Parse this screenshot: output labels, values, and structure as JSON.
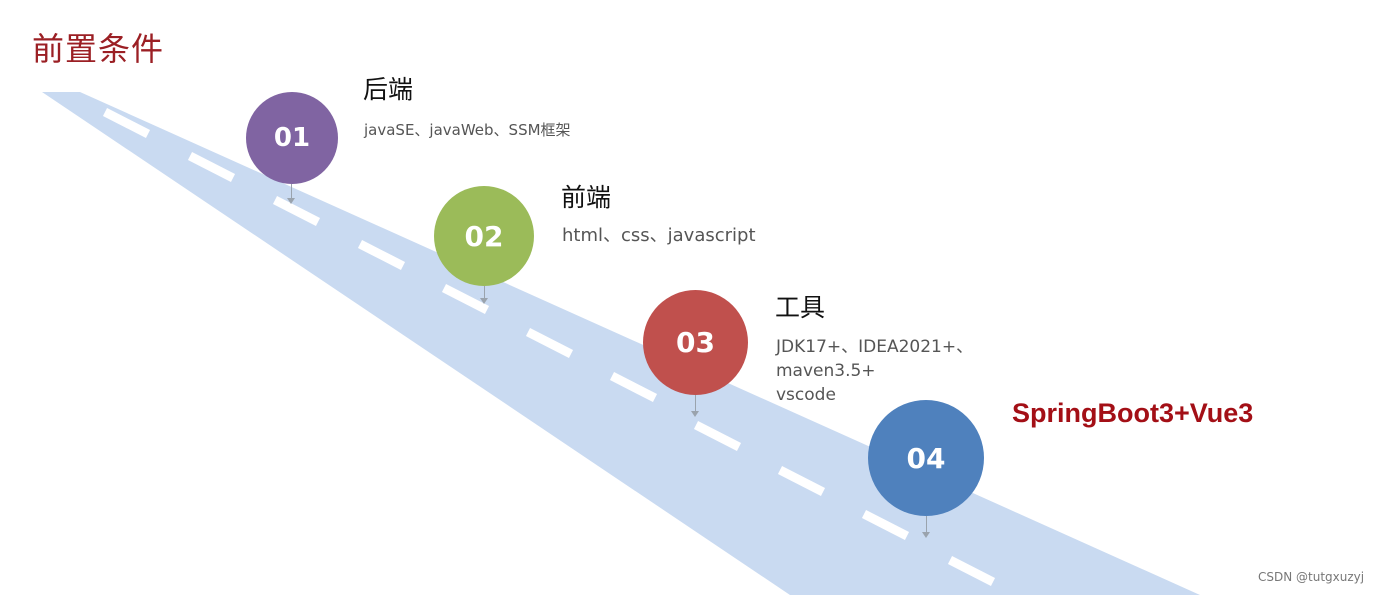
{
  "page": {
    "title": "前置条件",
    "colors": {
      "title": "#9b1f24",
      "road": "#c9daf1",
      "dash": "#ffffff",
      "final": "#a30f16"
    }
  },
  "steps": [
    {
      "number": "01",
      "heading": "后端",
      "description": "javaSE、javaWeb、SSM框架",
      "color": "#8064a2"
    },
    {
      "number": "02",
      "heading": "前端",
      "description": "html、css、javascript",
      "color": "#9bbb59"
    },
    {
      "number": "03",
      "heading": "工具",
      "description": "JDK17+、IDEA2021+、\nmaven3.5+\nvscode",
      "color": "#c0504d"
    },
    {
      "number": "04",
      "heading": "",
      "description": "",
      "color": "#4f81bd"
    }
  ],
  "final_label": "SpringBoot3+Vue3",
  "watermark": "CSDN @tutgxuzyj"
}
